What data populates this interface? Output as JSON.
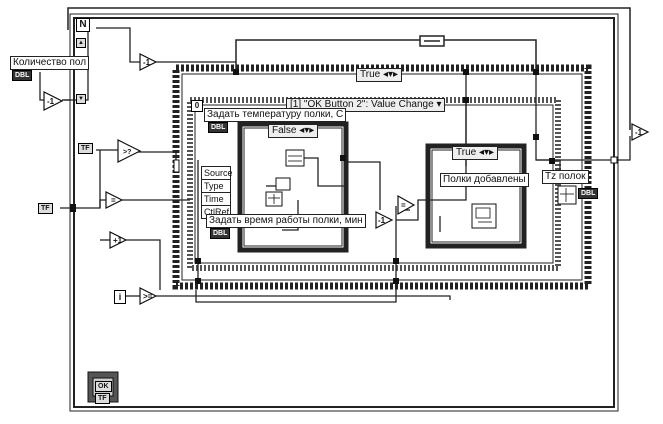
{
  "labels": {
    "count_label": "Количество пол",
    "set_temp_label": "Задать температуру полки, С",
    "set_time_label": "Задать время работы полки, мин",
    "shelves_added_label": "Полки добавлены",
    "tz_label": "Tz полок"
  },
  "terminals": {
    "dbl": "DBL",
    "tf": "TF",
    "ok": "OK"
  },
  "structures": {
    "loop_count": "N",
    "loop_index": "i",
    "outer_case": "True",
    "event_case": "[1] \"OK Button 2\": Value Change",
    "inner_false_case": "False",
    "inner_true_case": "True",
    "event_index": "0"
  },
  "event_data": [
    "Source",
    "Type",
    "Time",
    "CtlRef"
  ]
}
